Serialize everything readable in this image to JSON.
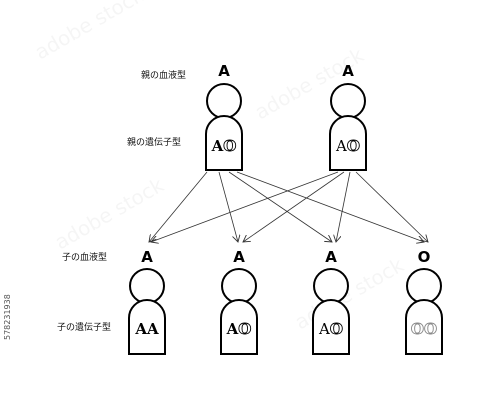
{
  "labels": {
    "parent_blood_type": "親の血液型",
    "parent_genotype": "親の遺伝子型",
    "child_blood_type": "子の血液型",
    "child_genotype": "子の遺伝子型"
  },
  "parents": [
    {
      "blood_type": "A",
      "genotype": [
        "A",
        "O"
      ]
    },
    {
      "blood_type": "A",
      "genotype": [
        "A",
        "O"
      ]
    }
  ],
  "children": [
    {
      "blood_type": "A",
      "genotype": [
        "A",
        "A"
      ]
    },
    {
      "blood_type": "A",
      "genotype": [
        "A",
        "O"
      ]
    },
    {
      "blood_type": "A",
      "genotype": [
        "A",
        "O"
      ]
    },
    {
      "blood_type": "O",
      "genotype": [
        "O",
        "O"
      ]
    }
  ],
  "stock_id": "578231938",
  "watermark": "adobe stock"
}
